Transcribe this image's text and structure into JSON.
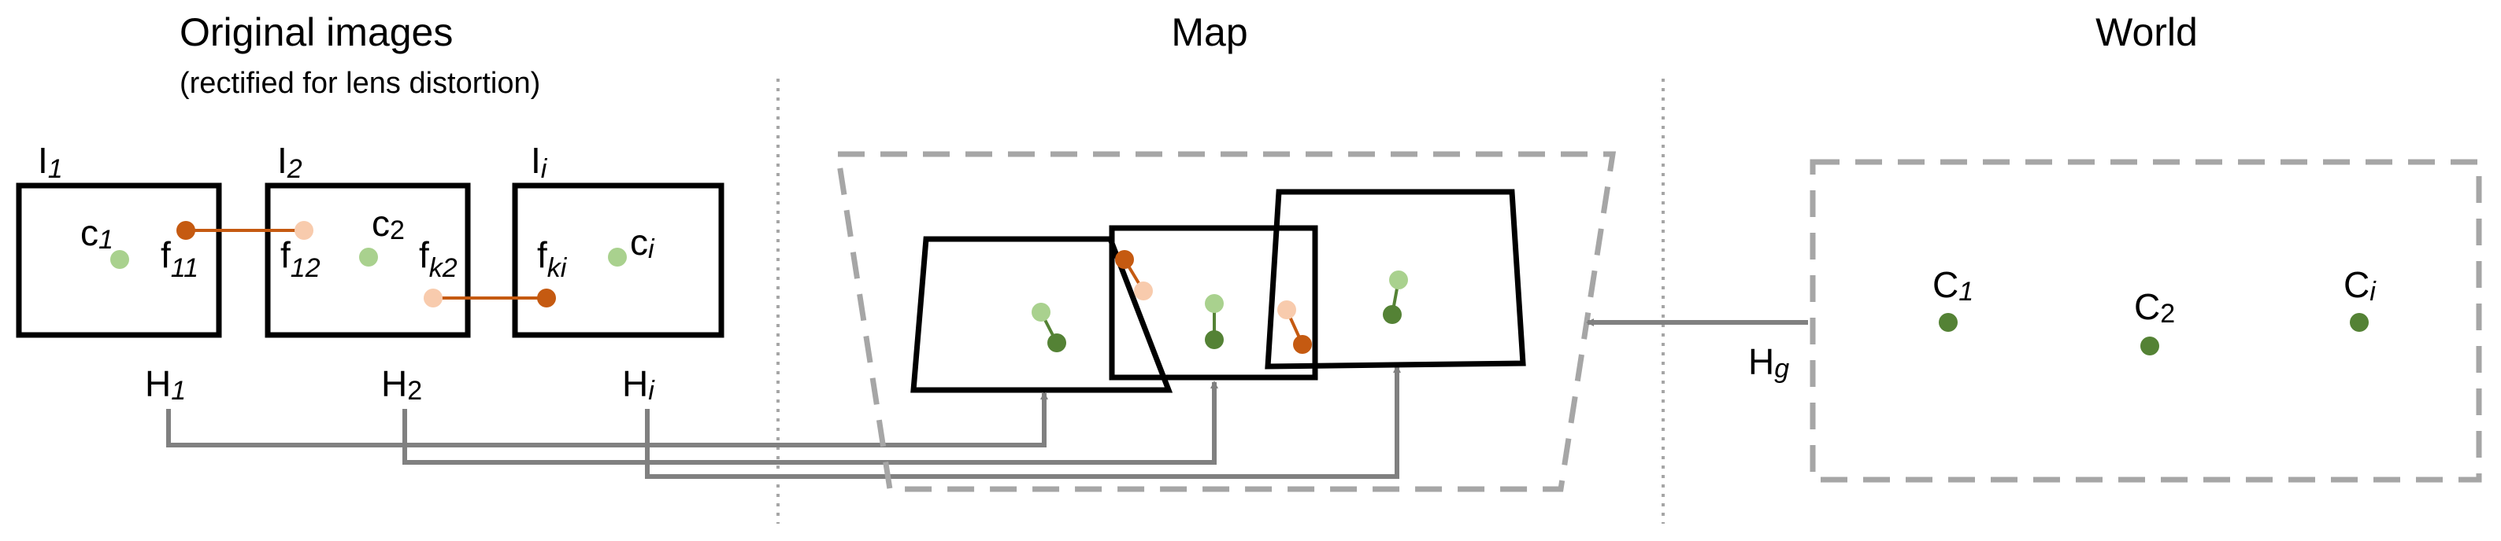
{
  "sections": {
    "original": {
      "title": "Original images",
      "subtitle": "(rectified for lens distortion)"
    },
    "map": {
      "title": "Map"
    },
    "world": {
      "title": "World"
    }
  },
  "images": [
    {
      "label": "I",
      "sub": "1"
    },
    {
      "label": "I",
      "sub": "2"
    },
    {
      "label": "I",
      "sub": "i"
    }
  ],
  "centers": [
    {
      "label": "c",
      "sub": "1"
    },
    {
      "label": "c",
      "sub": "2"
    },
    {
      "label": "c",
      "sub": "i"
    }
  ],
  "features": [
    {
      "label": "f",
      "sub": "11"
    },
    {
      "label": "f",
      "sub": "12"
    },
    {
      "label": "f",
      "sub": "k2"
    },
    {
      "label": "f",
      "sub": "ki"
    }
  ],
  "homographies": [
    {
      "label": "H",
      "sub": "1"
    },
    {
      "label": "H",
      "sub": "2"
    },
    {
      "label": "H",
      "sub": "i"
    }
  ],
  "world_homography": {
    "label": "H",
    "sub": "g"
  },
  "world_points": [
    {
      "label": "C",
      "sub": "1"
    },
    {
      "label": "C",
      "sub": "2"
    },
    {
      "label": "C",
      "sub": "i"
    }
  ],
  "colors": {
    "frame": "#000000",
    "dashed": "#a6a6a6",
    "arrow": "#808080",
    "feature_dark": "#c55a11",
    "feature_light": "#f8cbad",
    "center_light": "#a9d18e",
    "center_dark": "#548235"
  }
}
